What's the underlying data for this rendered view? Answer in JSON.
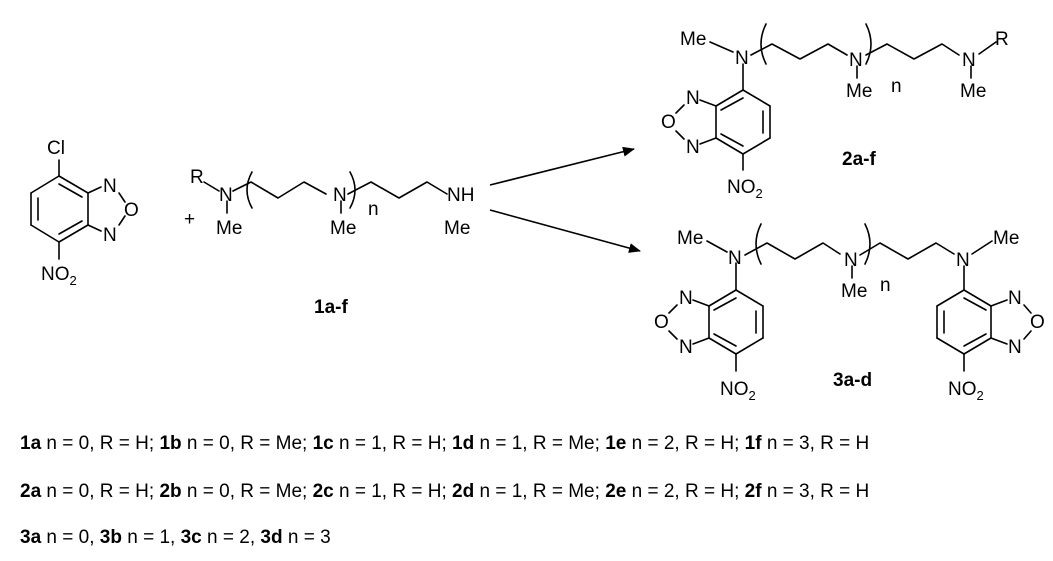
{
  "atoms": {
    "cl": "Cl",
    "n": "N",
    "o": "O",
    "no2": "NO",
    "no2_sub": "2",
    "r": "R",
    "me": "Me",
    "nh": "NH",
    "n_index": "n",
    "plus": "+"
  },
  "compound_labels": {
    "reagent": "1a-f",
    "product_2": "2a-f",
    "product_3": "3a-d"
  },
  "legend": [
    [
      {
        "id": "1a",
        "text": "n = 0, R = H"
      },
      {
        "id": "1b",
        "text": "n = 0, R = Me"
      },
      {
        "id": "1c",
        "text": "n = 1, R = H"
      },
      {
        "id": "1d",
        "text": "n = 1, R = Me"
      },
      {
        "id": "1e",
        "text": "n = 2, R = H"
      },
      {
        "id": "1f",
        "text": "n = 3, R = H"
      }
    ],
    [
      {
        "id": "2a",
        "text": "n = 0, R = H"
      },
      {
        "id": "2b",
        "text": "n = 0, R = Me"
      },
      {
        "id": "2c",
        "text": "n = 1, R = H"
      },
      {
        "id": "2d",
        "text": "n = 1, R = Me"
      },
      {
        "id": "2e",
        "text": "n = 2, R = H"
      },
      {
        "id": "2f",
        "text": "n = 3, R = H"
      }
    ],
    [
      {
        "id": "3a",
        "text": "n = 0"
      },
      {
        "id": "3b",
        "text": "n = 1"
      },
      {
        "id": "3c",
        "text": "n = 2"
      },
      {
        "id": "3d",
        "text": "n = 3"
      }
    ]
  ]
}
